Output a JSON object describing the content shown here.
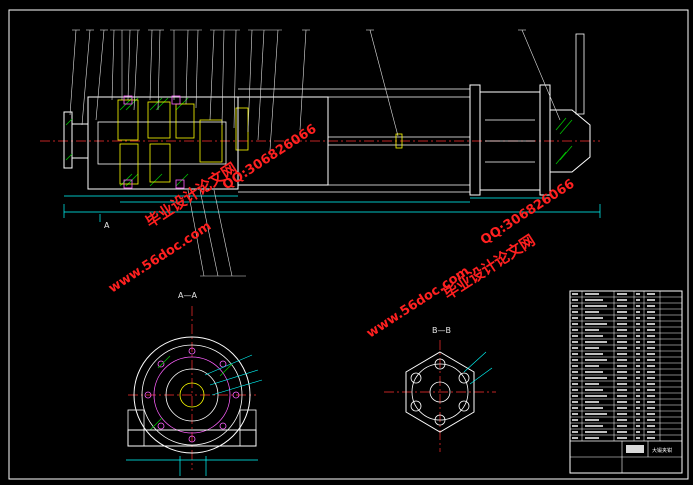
{
  "drawing": {
    "section_aa_label": "A—A",
    "section_bb_label": "B—B",
    "view_a_marker": "A",
    "title_block_name": "大锻夹钳"
  },
  "watermarks": [
    {
      "text": "毕业设计论文网"
    },
    {
      "text": "QQ:306826066"
    },
    {
      "text": "www.56doc.com"
    },
    {
      "text": "QQ:306826066"
    },
    {
      "text": "www.56doc.com"
    },
    {
      "text": "毕业设计论文网"
    }
  ],
  "colors": {
    "background": "#000000",
    "outline": "#ffffff",
    "dimension": "#00ffff",
    "centerline": "#ff3030",
    "part": "#ffff00",
    "hatch": "#00c000",
    "leader": "#e0e0e0",
    "watermark": "#ff2020"
  }
}
